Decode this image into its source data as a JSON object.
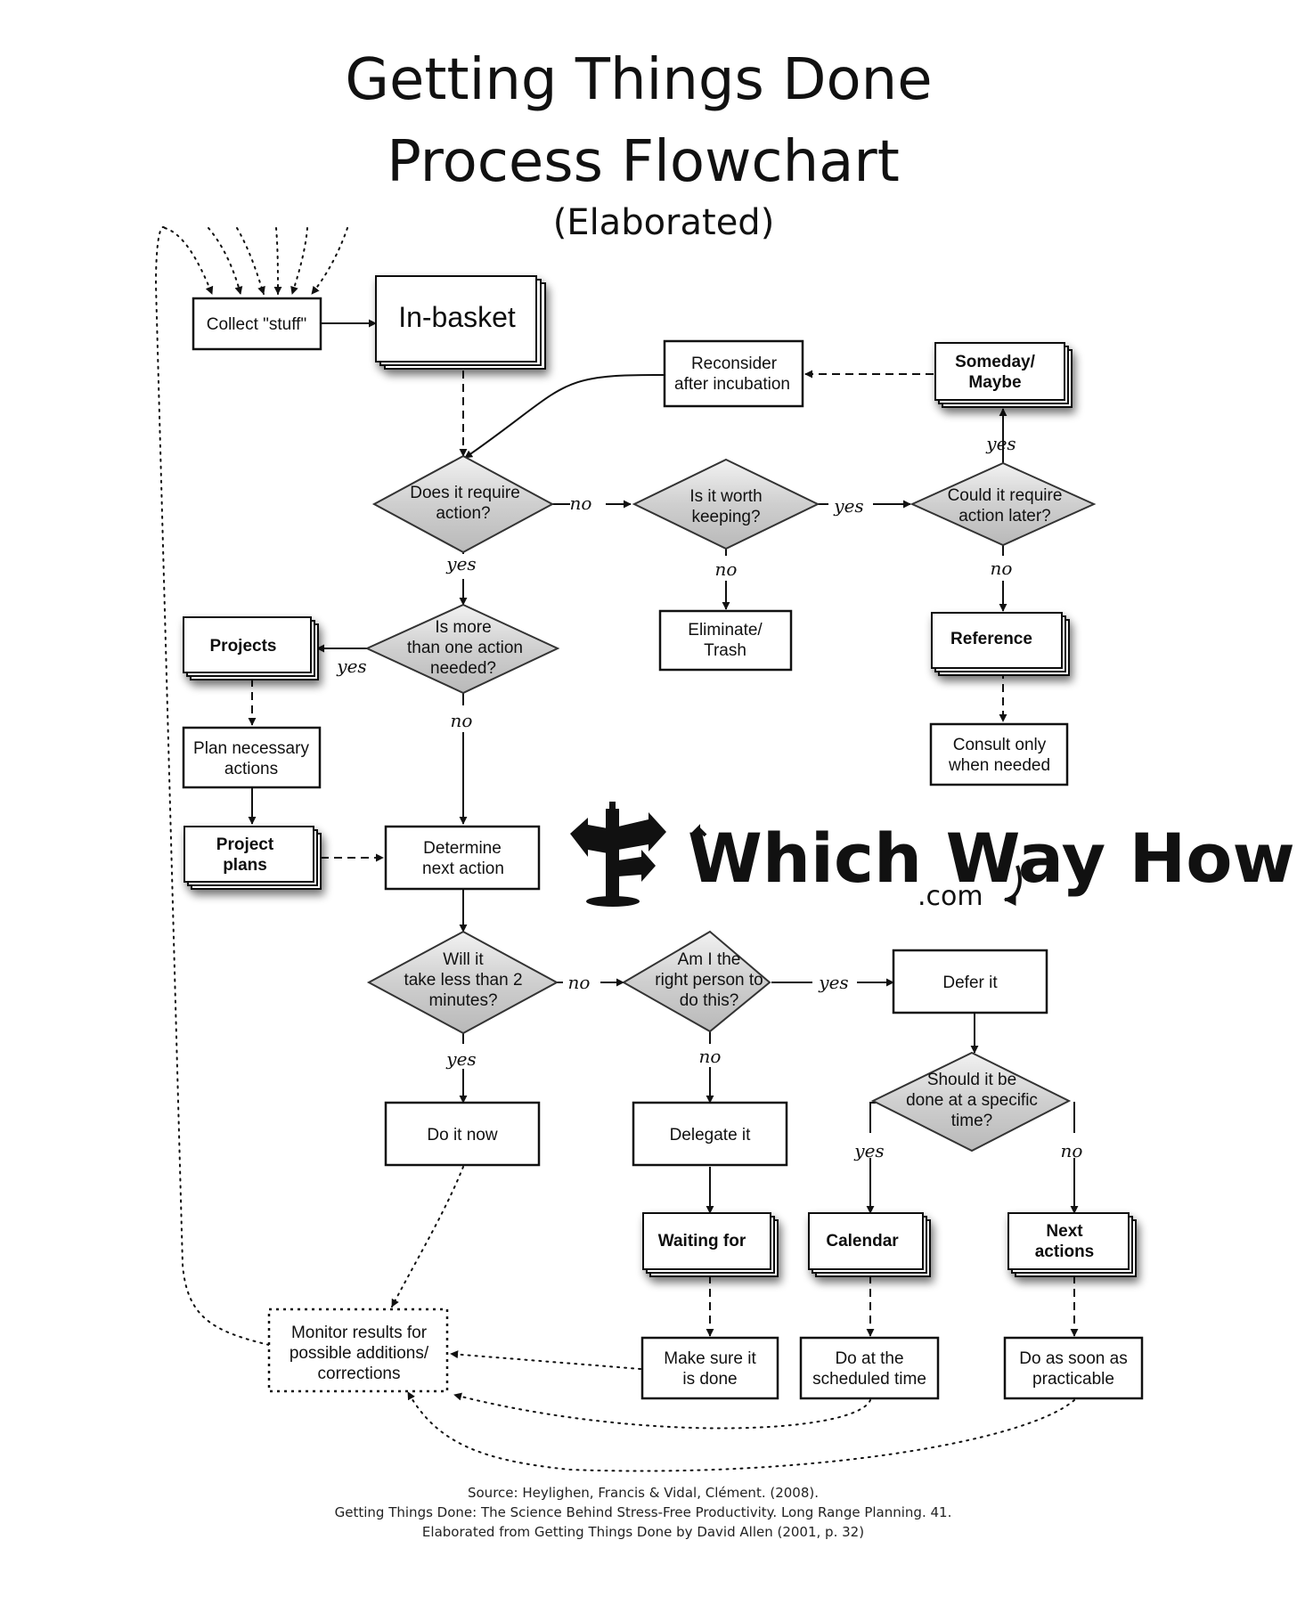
{
  "title": {
    "line1": "Getting Things Done",
    "line2": "Process Flowchart",
    "line3": "(Elaborated)"
  },
  "nodes": {
    "collect": "Collect \"stuff\"",
    "inbasket": "In-basket",
    "reconsider": [
      "Reconsider",
      "after incubation"
    ],
    "someday": [
      "Someday/",
      "Maybe"
    ],
    "require_action": [
      "Does it require",
      "action?"
    ],
    "worth_keeping": [
      "Is it worth",
      "keeping?"
    ],
    "action_later": [
      "Could it require",
      "action later?"
    ],
    "more_than_one": [
      "Is more",
      "than one action",
      "needed?"
    ],
    "projects": "Projects",
    "eliminate": [
      "Eliminate/",
      "Trash"
    ],
    "reference": "Reference",
    "consult": [
      "Consult only",
      "when needed"
    ],
    "plan_actions": [
      "Plan necessary",
      "actions"
    ],
    "project_plans": [
      "Project",
      "plans"
    ],
    "next_action": [
      "Determine",
      "next action"
    ],
    "two_minutes": [
      "Will it",
      "take less than 2",
      "minutes?"
    ],
    "right_person": [
      "Am I the",
      "right person to",
      "do this?"
    ],
    "defer": "Defer it",
    "specific_time": [
      "Should it be",
      "done at a specific",
      "time?"
    ],
    "do_now": "Do it now",
    "delegate": "Delegate it",
    "waiting_for": "Waiting for",
    "calendar": "Calendar",
    "next_actions": [
      "Next",
      "actions"
    ],
    "monitor": [
      "Monitor results for",
      "possible additions/",
      "corrections"
    ],
    "make_sure": [
      "Make sure it",
      "is done"
    ],
    "scheduled": [
      "Do at the",
      "scheduled time"
    ],
    "asap": [
      "Do as soon as",
      "practicable"
    ]
  },
  "labels": {
    "yes": "yes",
    "no": "no"
  },
  "logo": {
    "name": "Which Way How",
    "suffix": ".com"
  },
  "source": {
    "line1": "Source: Heylighen, Francis & Vidal, Clément. (2008).",
    "line2": "Getting Things Done: The Science Behind Stress-Free Productivity. Long Range Planning. 41.",
    "line3": "Elaborated from Getting Things Done by David Allen (2001, p. 32)"
  },
  "colors": {
    "ink": "#111111",
    "diamond_fill": "#d6d6d6"
  }
}
